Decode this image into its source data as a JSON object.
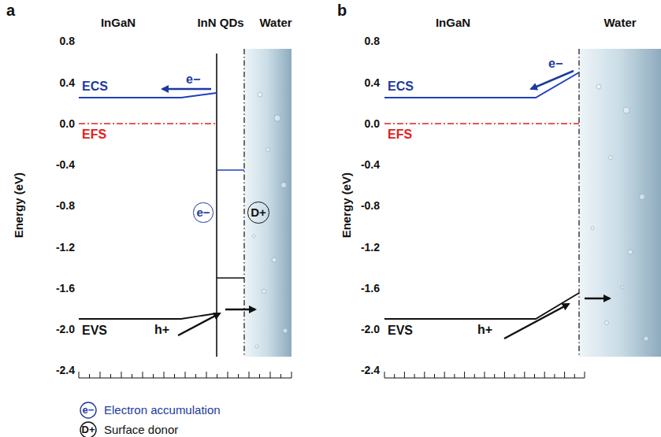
{
  "diagram": {
    "nodes": [
      {
        "text": [
          "e−"
        ]
      },
      {
        "text": [
          "D+"
        ]
      }
    ],
    "labels": [
      "a",
      "InGaN",
      "InN QDs",
      "Water",
      "b",
      "InGaN",
      "Water",
      "0.8",
      "0.4",
      "0.0",
      "-0.4",
      "-0.8",
      "-1.2",
      "-1.6",
      "-2.0",
      "-2.4",
      "Energy (eV)",
      "0.8",
      "0.4",
      "0.0",
      "-0.4",
      "-0.8",
      "-1.2",
      "-1.6",
      "-2.0",
      "-2.4",
      "Energy (eV)",
      "ECS",
      "EFS",
      "EVS",
      "e−",
      "h+",
      "ECS",
      "EFS",
      "EVS",
      "e−",
      "h+",
      "e−",
      "D+"
    ],
    "legend": [
      {
        "text": "Electron accumulation"
      },
      {
        "text": "Surface donor"
      }
    ]
  }
}
